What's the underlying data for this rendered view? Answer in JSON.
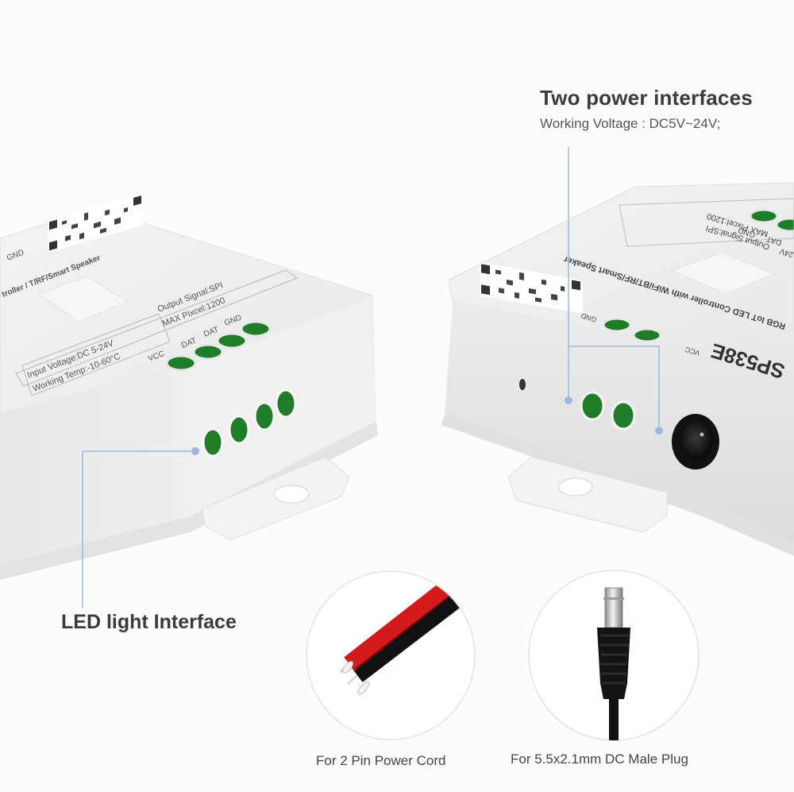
{
  "callouts": {
    "power": {
      "title": "Two power interfaces",
      "subtitle": "Working Voltage : DC5V~24V;"
    },
    "led": {
      "title": "LED light Interface"
    }
  },
  "accessories": {
    "cord_caption": "For 2 Pin Power Cord",
    "plug_caption": "For 5.5x2.1mm DC Male Plug"
  },
  "left_device": {
    "label_line1": "Input Voltage:DC 5-24V",
    "label_line2": "Working Temp:-10-60°C",
    "label_line3": "Output Signal:SPI",
    "label_line4": "MAX Pixcel:1200",
    "pins": [
      "VCC",
      "DAT",
      "DAT",
      "GND"
    ],
    "top_text": "troller / T/RF/Smart Speaker",
    "gnd_top": "GND"
  },
  "right_device": {
    "model": "SP538E",
    "desc": "RGB IoT LED Controller with WiFi/BT/RF/Smart Speaker",
    "label_line1": "Output Signal:SPI",
    "label_line2": "MAX Pixcel:1200",
    "pins_top": [
      "DAT",
      "GND"
    ],
    "pins_power": [
      "VCC",
      "GND"
    ],
    "volt_tag": "24V"
  },
  "colors": {
    "terminal_green": "#1f7d2a",
    "callout_line": "#9bb8de",
    "cord_red": "#d41a1a",
    "cord_black": "#111111"
  }
}
